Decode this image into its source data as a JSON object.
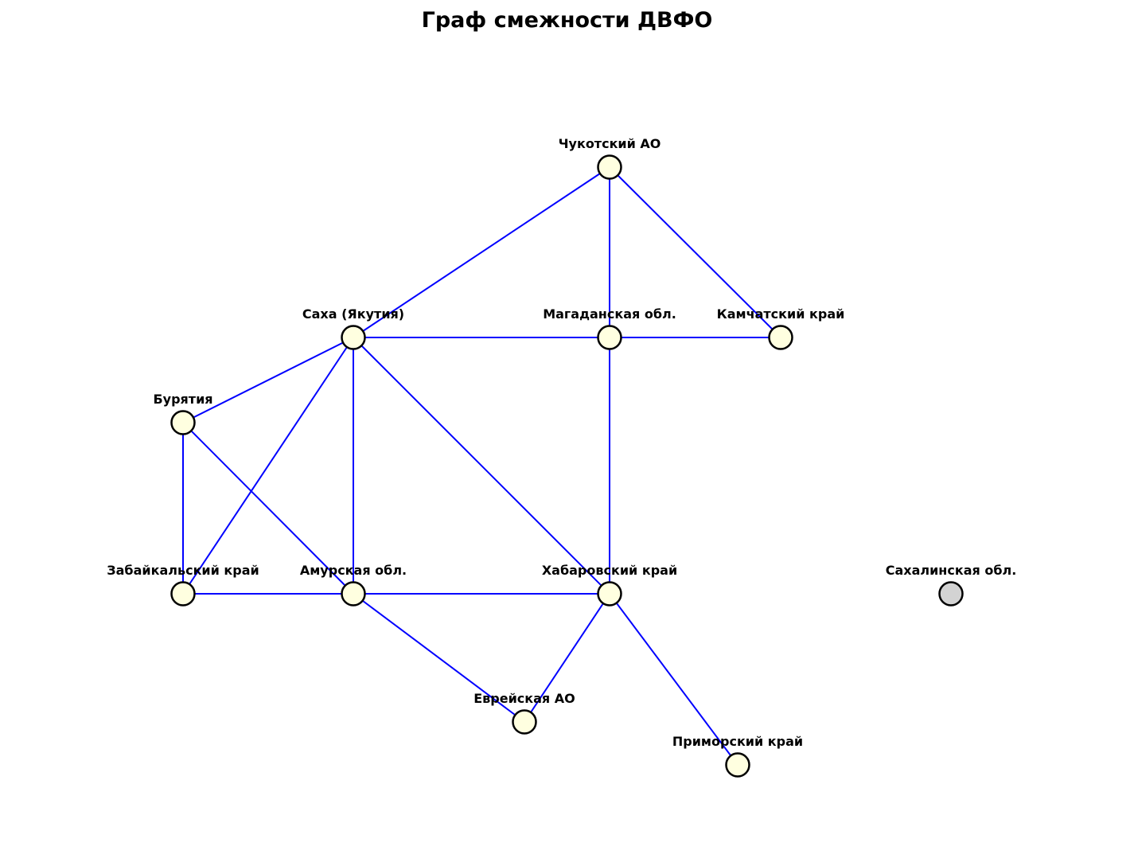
{
  "title": "Граф смежности ДВФО",
  "colors": {
    "edge": "#0000ff",
    "node_fill": "#ffffe0",
    "isolated_fill": "#d3d3d3",
    "node_stroke": "#000000"
  },
  "nodes": [
    {
      "id": "chukotka",
      "label": "Чукотский АО"
    },
    {
      "id": "sakha",
      "label": "Саха (Якутия)"
    },
    {
      "id": "magadan",
      "label": "Магаданская обл."
    },
    {
      "id": "kamchatka",
      "label": "Камчатский край"
    },
    {
      "id": "buryatia",
      "label": "Бурятия"
    },
    {
      "id": "zabaikalsky",
      "label": "Забайкальский край"
    },
    {
      "id": "amur",
      "label": "Амурская обл."
    },
    {
      "id": "khabarovsk",
      "label": "Хабаровский край"
    },
    {
      "id": "sakhalin",
      "label": "Сахалинская обл.",
      "isolated": true
    },
    {
      "id": "jewish",
      "label": "Еврейская АО"
    },
    {
      "id": "primorsky",
      "label": "Приморский край"
    }
  ],
  "edges": [
    [
      "chukotka",
      "sakha"
    ],
    [
      "chukotka",
      "magadan"
    ],
    [
      "chukotka",
      "kamchatka"
    ],
    [
      "sakha",
      "magadan"
    ],
    [
      "magadan",
      "kamchatka"
    ],
    [
      "sakha",
      "buryatia"
    ],
    [
      "sakha",
      "zabaikalsky"
    ],
    [
      "sakha",
      "amur"
    ],
    [
      "sakha",
      "khabarovsk"
    ],
    [
      "magadan",
      "khabarovsk"
    ],
    [
      "buryatia",
      "zabaikalsky"
    ],
    [
      "buryatia",
      "amur"
    ],
    [
      "zabaikalsky",
      "amur"
    ],
    [
      "amur",
      "khabarovsk"
    ],
    [
      "amur",
      "jewish"
    ],
    [
      "khabarovsk",
      "jewish"
    ],
    [
      "khabarovsk",
      "primorsky"
    ]
  ]
}
